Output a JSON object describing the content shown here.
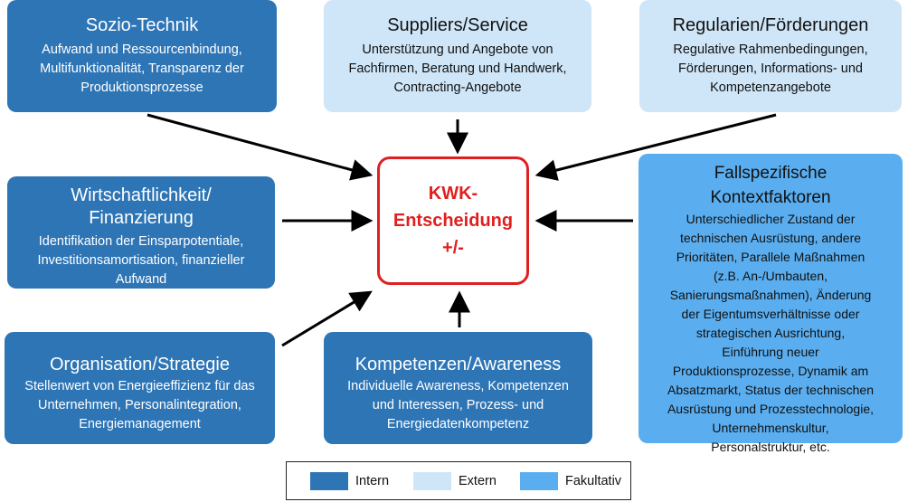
{
  "colors": {
    "intern": "#2e75b6",
    "extern": "#cfe6f8",
    "fakultativ": "#5aaef0",
    "center_border": "#e02020"
  },
  "boxes": {
    "sozio": {
      "title": "Sozio-Technik",
      "lines": [
        "Aufwand und Ressourcenbindung,",
        "Multifunktionalität, Transparenz der",
        "Produktionsprozesse"
      ]
    },
    "suppliers": {
      "title": "Suppliers/Service",
      "lines": [
        "Unterstützung und Angebote von",
        "Fachfirmen, Beratung und Handwerk,",
        "Contracting-Angebote"
      ]
    },
    "regularien": {
      "title": "Regularien/Förderungen",
      "lines": [
        "Regulative Rahmenbedingungen,",
        "Förderungen, Informations- und",
        "Kompetenzangebote"
      ]
    },
    "wirtschaft": {
      "title_lines": [
        "Wirtschaftlichkeit/",
        "Finanzierung"
      ],
      "lines": [
        "Identifikation der Einsparpotentiale,",
        "Investitionsamortisation, finanzieller",
        "Aufwand"
      ]
    },
    "kontext": {
      "title_lines": [
        "Fallspezifische",
        "Kontextfaktoren"
      ],
      "lines": [
        "Unterschiedlicher Zustand der",
        "technischen Ausrüstung, andere",
        "Prioritäten, Parallele Maßnahmen",
        "(z.B. An-/Umbauten,",
        "Sanierungsmaßnahmen), Änderung",
        "der Eigentumsverhältnisse oder",
        "strategischen Ausrichtung,",
        "Einführung neuer",
        "Produktionsprozesse, Dynamik am",
        "Absatzmarkt, Status der technischen",
        "Ausrüstung und Prozesstechnologie,",
        "Unternehmenskultur,",
        "Personalstruktur, etc."
      ]
    },
    "organisation": {
      "title": "Organisation/Strategie",
      "lines": [
        "Stellenwert von Energieeffizienz für das",
        "Unternehmen, Personalintegration,",
        "Energiemanagement"
      ]
    },
    "kompetenzen": {
      "title": "Kompetenzen/Awareness",
      "lines": [
        "Individuelle Awareness, Kompetenzen",
        "und Interessen, Prozess- und",
        "Energiedatenkompetenz"
      ]
    }
  },
  "center": {
    "lines": [
      "KWK-",
      "Entscheidung",
      "+/-"
    ]
  },
  "legend": {
    "items": [
      {
        "label": "Intern"
      },
      {
        "label": "Extern"
      },
      {
        "label": "Fakultativ"
      }
    ]
  }
}
